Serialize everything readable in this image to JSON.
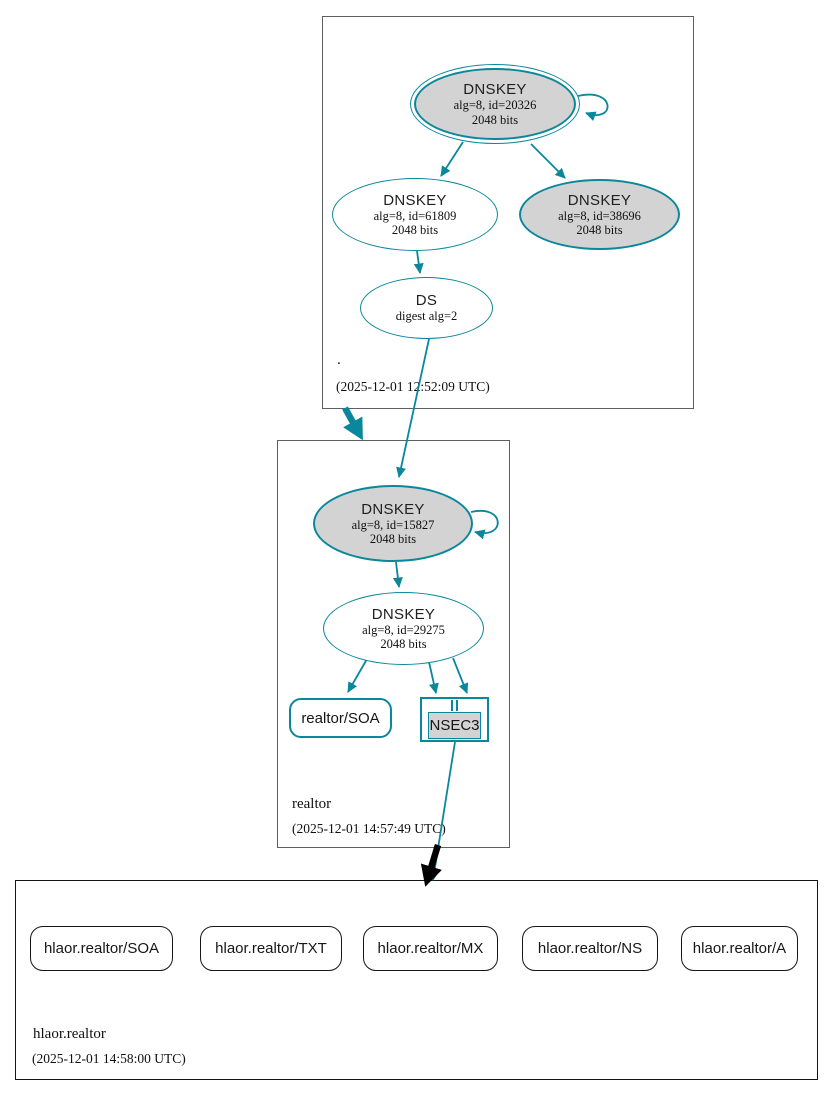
{
  "colors": {
    "secure_teal": "#0a879a",
    "ksk_fill_gray": "#d3d3d3",
    "insecure_black": "#000000",
    "zone_border_gray": "#5f5f5f"
  },
  "zones": {
    "root": {
      "label": ".",
      "timestamp": "(2025-12-01 12:52:09 UTC)",
      "ksk": {
        "title": "DNSKEY",
        "detail1": "alg=8, id=20326",
        "detail2": "2048 bits"
      },
      "zsk": {
        "title": "DNSKEY",
        "detail1": "alg=8, id=61809",
        "detail2": "2048 bits"
      },
      "ksk_published": {
        "title": "DNSKEY",
        "detail1": "alg=8, id=38696",
        "detail2": "2048 bits"
      },
      "ds": {
        "title": "DS",
        "detail1": "digest alg=2"
      }
    },
    "realtor": {
      "label": "realtor",
      "timestamp": "(2025-12-01 14:57:49 UTC)",
      "ksk": {
        "title": "DNSKEY",
        "detail1": "alg=8, id=15827",
        "detail2": "2048 bits"
      },
      "zsk": {
        "title": "DNSKEY",
        "detail1": "alg=8, id=29275",
        "detail2": "2048 bits"
      },
      "soa": {
        "label": "realtor/SOA"
      },
      "nsec3": {
        "label": "NSEC3"
      }
    },
    "hlaor": {
      "label": "hlaor.realtor",
      "timestamp": "(2025-12-01 14:58:00 UTC)",
      "rrsets": [
        {
          "label": "hlaor.realtor/SOA"
        },
        {
          "label": "hlaor.realtor/TXT"
        },
        {
          "label": "hlaor.realtor/MX"
        },
        {
          "label": "hlaor.realtor/NS"
        },
        {
          "label": "hlaor.realtor/A"
        }
      ]
    }
  }
}
